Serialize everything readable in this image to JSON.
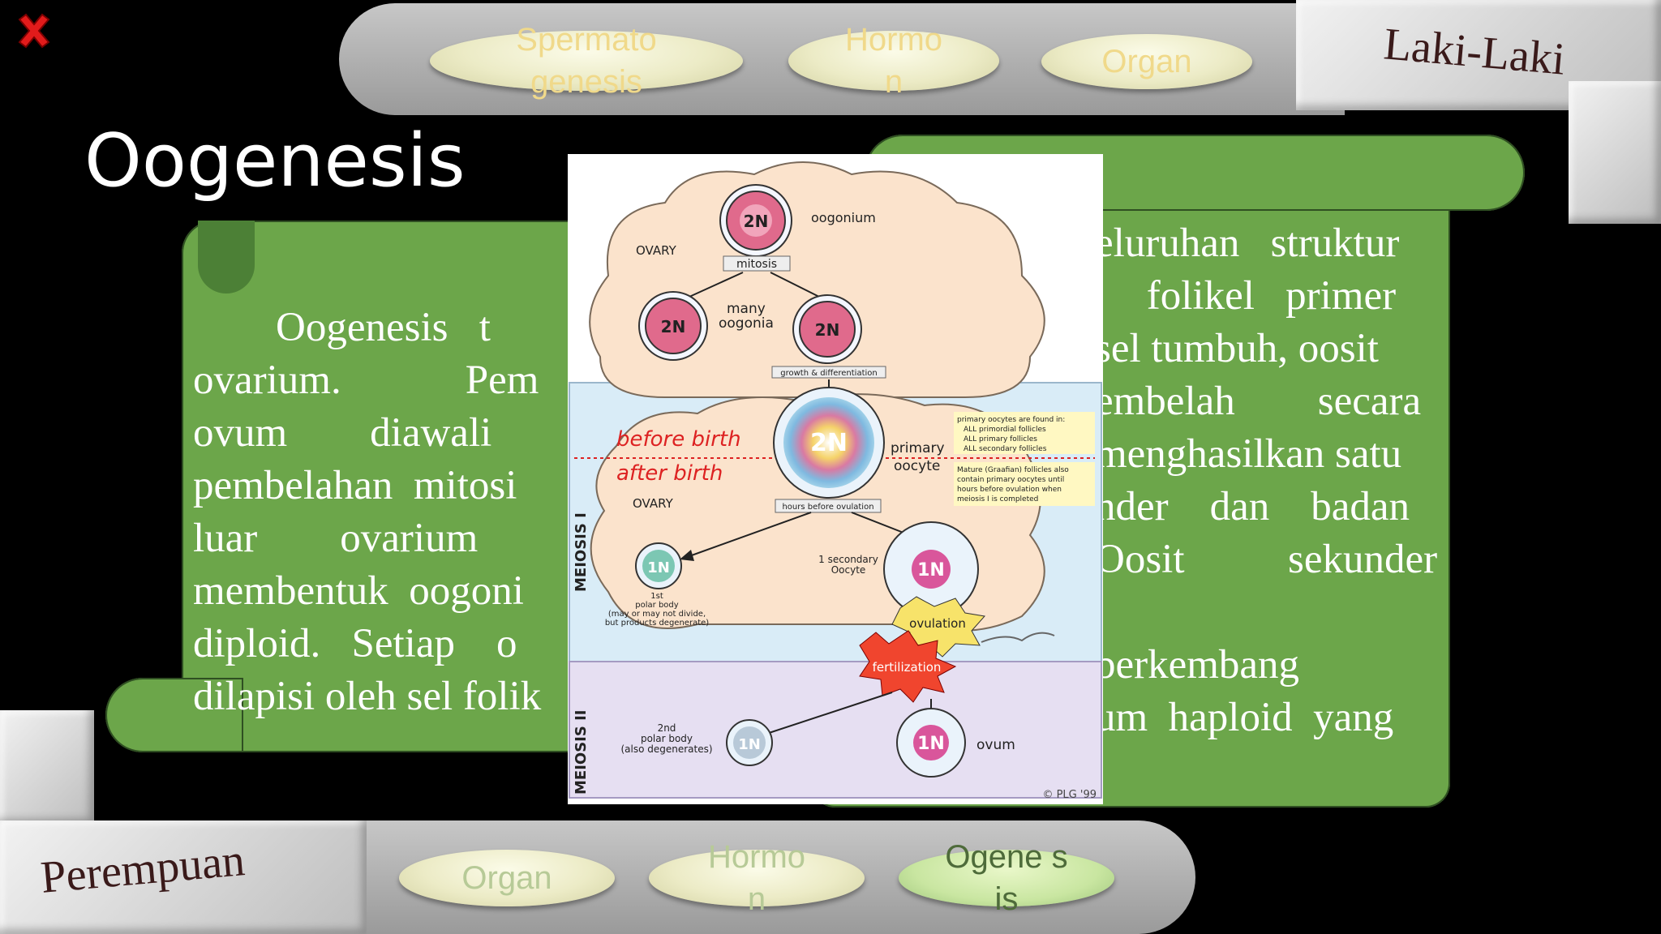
{
  "top_nav": {
    "items": [
      {
        "label": "Spermato genesis"
      },
      {
        "label": "Hormo n"
      },
      {
        "label": "Organ"
      }
    ]
  },
  "section_male": {
    "label": "Laki-Laki"
  },
  "section_female": {
    "label": "Perempuan"
  },
  "page": {
    "title": "Oogenesis"
  },
  "left_panel": {
    "text": "        Oogenesis   t\novarium.            Pem\novum        diawali\npembelahan  mitosi\nluar        ovarium\nmembentuk  oogoni\ndiploid.   Setiap    o\ndilapisi oleh sel folik"
  },
  "right_panel": {
    "text": "eluruhan   struktur\n     folikel   primer\nsel tumbuh, oosit\nembelah        secara\nmenghasilkan satu\nnder    dan    badan\nOosit          sekunder\n                berkembang\num  haploid  yang\n         dibuahi      oleh"
  },
  "bottom_nav": {
    "items": [
      {
        "label": "Organ"
      },
      {
        "label": "Hormo n"
      },
      {
        "label": "Ogene sis"
      }
    ]
  },
  "diagram": {
    "labels": {
      "oogonium": "oogonium",
      "ovary_top": "OVARY",
      "mitosis": "mitosis",
      "many_oogonia": "many\noogonia",
      "growth": "growth & differentiation",
      "before_birth": "before birth",
      "after_birth": "after birth",
      "ovary_mid": "OVARY",
      "primary_oocyte": "primary\noocyte",
      "hours_before": "hours before ovulation",
      "follicle_note_1": "primary oocytes are found in:",
      "follicle_note_2": "ALL primordial follicles",
      "follicle_note_3": "ALL primary follicles",
      "follicle_note_4": "ALL secondary follicles",
      "mature_note_1": "Mature (Graafian) follicles also",
      "mature_note_2": "contain primary oocytes until",
      "mature_note_3": "hours before ovulation when",
      "mature_note_4": "meiosis I is completed",
      "meiosis1": "MEIOSIS I",
      "meiosis2": "MEIOSIS II",
      "secondary_oocyte": "1 secondary\nOocyte",
      "first_polar": "1st\npolar body\n(may or may not divide,\nbut products degenerate)",
      "ovulation": "ovulation",
      "fertilization": "fertilization",
      "second_polar": "2nd\npolar body\n(also degenerates)",
      "ovum": "ovum",
      "copyright": "© PLG '99",
      "cell_2n": "2N",
      "cell_1n": "1N"
    }
  }
}
